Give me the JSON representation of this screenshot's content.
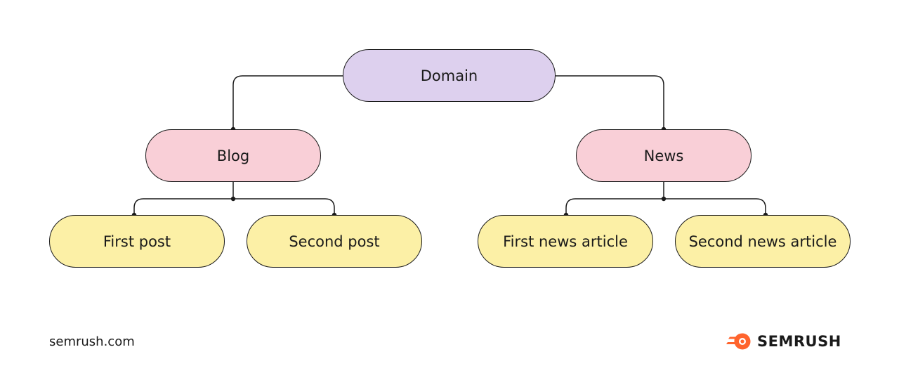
{
  "colors": {
    "root": "#ddd0ee",
    "section": "#f9cfd7",
    "leaf": "#fcf0a6",
    "line": "#1a1a1a",
    "brand_accent": "#ff642d"
  },
  "tree": {
    "root": "Domain",
    "sections": [
      {
        "label": "Blog",
        "children": [
          "First post",
          "Second post"
        ]
      },
      {
        "label": "News",
        "children": [
          "First news article",
          "Second news article"
        ]
      }
    ]
  },
  "footer": {
    "site": "semrush.com",
    "brand": "SEMRUSH",
    "brand_icon": "semrush-flame-icon"
  }
}
